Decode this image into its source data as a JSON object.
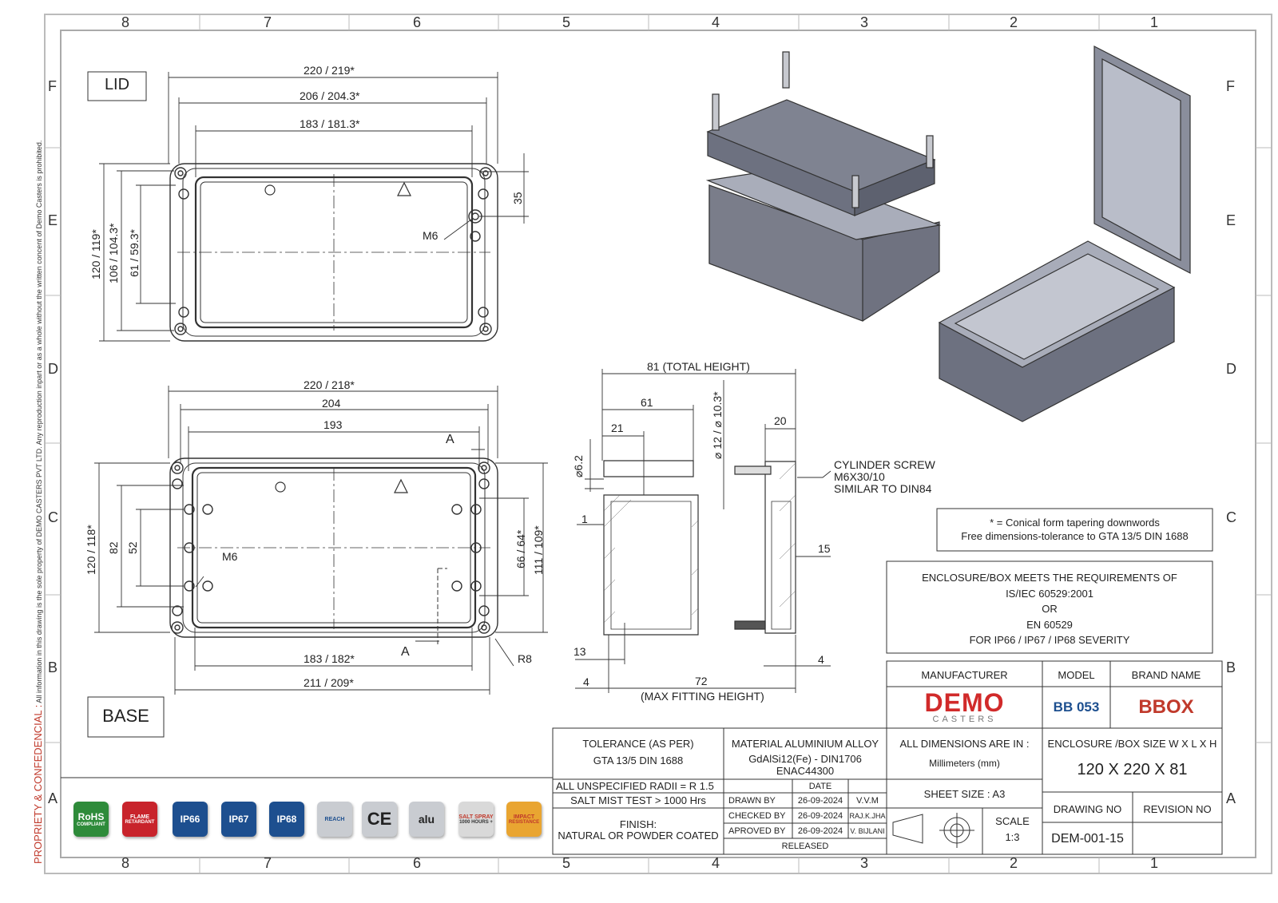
{
  "zones": {
    "columns": [
      "8",
      "7",
      "6",
      "5",
      "4",
      "3",
      "2",
      "1"
    ],
    "rows": [
      "F",
      "E",
      "D",
      "C",
      "B",
      "A"
    ]
  },
  "side_notice": {
    "bold": "PROPRIETY & CONFEDENCIAL :",
    "text": "All information in this drawing is the sole property of DEMO CASTERS PVT LTD. Any reproduction inpart or as a whole without the written concent of Demo Casters is prohibited."
  },
  "views": {
    "lid": "LID",
    "base": "BASE"
  },
  "lid_dims": {
    "w_total": "220 / 219*",
    "w_mid": "206 / 204.3*",
    "w_inner": "183 / 181.3*",
    "h_total": "120 / 119*",
    "h_mid": "106 / 104.3*",
    "h_inner": "61 / 59.3*",
    "offset": "35",
    "thread": "M6"
  },
  "base_dims": {
    "w_total": "220 / 218*",
    "w_mid": "204",
    "w_inner": "193",
    "h_total": "120 / 118*",
    "h_82": "82",
    "h_52": "52",
    "h_right1": "66 / 64*",
    "h_right2": "111 / 109*",
    "bottom1": "183 / 182*",
    "bottom2": "211 / 209*",
    "radius": "R8",
    "thread": "M6",
    "section": "A"
  },
  "section_dims": {
    "total_height": "81 (TOTAL HEIGHT)",
    "d61": "61",
    "d21": "21",
    "d20": "20",
    "dia_12": "⌀ 12 / ⌀ 10.3*",
    "dia_6": "⌀6.2",
    "d1": "1",
    "d15": "15",
    "d13": "13",
    "d4a": "4",
    "d4b": "4",
    "d72": "72",
    "max_fit": "(MAX FITTING HEIGHT)"
  },
  "screw_note": [
    "CYLINDER SCREW",
    "M6X30/10",
    "SIMILAR TO DIN84"
  ],
  "conical_note": [
    "* = Conical form tapering downwords",
    "Free dimensions-tolerance to GTA 13/5 DIN 1688"
  ],
  "requirements": [
    "ENCLOSURE/BOX MEETS THE REQUIREMENTS OF",
    "IS/IEC 60529:2001",
    "OR",
    "EN 60529",
    "FOR IP66 / IP67 / IP68 SEVERITY"
  ],
  "title_block": {
    "manufacturer_label": "MANUFACTURER",
    "model_label": "MODEL",
    "brand_label": "BRAND NAME",
    "manufacturer_logo": "DEMO",
    "manufacturer_logo_sub": "CASTERS",
    "model": "BB 053",
    "brand_logo": "BBOX",
    "tolerance_label": "TOLERANCE (AS PER)",
    "tolerance_value": "GTA 13/5 DIN 1688",
    "material": "MATERIAL ALUMINIUM ALLOY",
    "material_spec1": "GdAlSi12(Fe) - DIN1706",
    "material_spec2": "ENAC44300",
    "dims_label": "ALL DIMENSIONS ARE IN :",
    "dims_unit": "Millimeters (mm)",
    "size_label": "ENCLOSURE /BOX SIZE W X L X H",
    "size_value": "120 X 220 X 81",
    "radii": "ALL UNSPECIFIED RADII = R 1.5",
    "salt": "SALT MIST TEST > 1000 Hrs",
    "finish_label": "FINISH:",
    "finish_value": "NATURAL OR POWDER COATED",
    "date_label": "DATE",
    "drawn_label": "DRAWN BY",
    "drawn_date": "26-09-2024",
    "drawn_name": "V.V.M",
    "checked_label": "CHECKED BY",
    "checked_date": "26-09-2024",
    "checked_name": "RAJ.K.JHA",
    "approved_label": "APROVED BY",
    "approved_date": "26-09-2024",
    "approved_name": "V. BIJLANI",
    "released": "RELEASED",
    "sheet_size": "SHEET SIZE : A3",
    "scale_label": "SCALE",
    "scale_value": "1:3",
    "drawing_no_label": "DRAWING NO",
    "revision_label": "REVISION NO",
    "drawing_no": "DEM-001-15"
  },
  "certifications": [
    {
      "name": "rohs",
      "label": "RoHS",
      "sub": "COMPLIANT",
      "color": "#2e8b3a"
    },
    {
      "name": "flame",
      "label": "FLAME",
      "sub": "RETARDANT",
      "color": "#c8232b"
    },
    {
      "name": "ip66",
      "label": "IP66",
      "sub": "",
      "color": "#1d4f8f"
    },
    {
      "name": "ip67",
      "label": "IP67",
      "sub": "",
      "color": "#1d4f8f"
    },
    {
      "name": "ip68",
      "label": "IP68",
      "sub": "",
      "color": "#1d4f8f"
    },
    {
      "name": "reach",
      "label": "REACH",
      "sub": "",
      "color": "#c9ccd1"
    },
    {
      "name": "ce",
      "label": "CE",
      "sub": "",
      "color": "#c9ccd1"
    },
    {
      "name": "alu",
      "label": "alu",
      "sub": "",
      "color": "#c9ccd1"
    },
    {
      "name": "salt-spray",
      "label": "SALT SPRAY",
      "sub": "1000 HOURS +",
      "color": "#d9d9d9"
    },
    {
      "name": "impact",
      "label": "IMPACT",
      "sub": "RESISTANCE",
      "color": "#e9a531"
    }
  ]
}
